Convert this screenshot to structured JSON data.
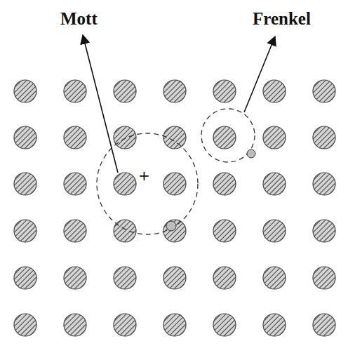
{
  "diagram": {
    "labels": [
      "Mott",
      "Frenkel",
      "+"
    ]
  }
}
